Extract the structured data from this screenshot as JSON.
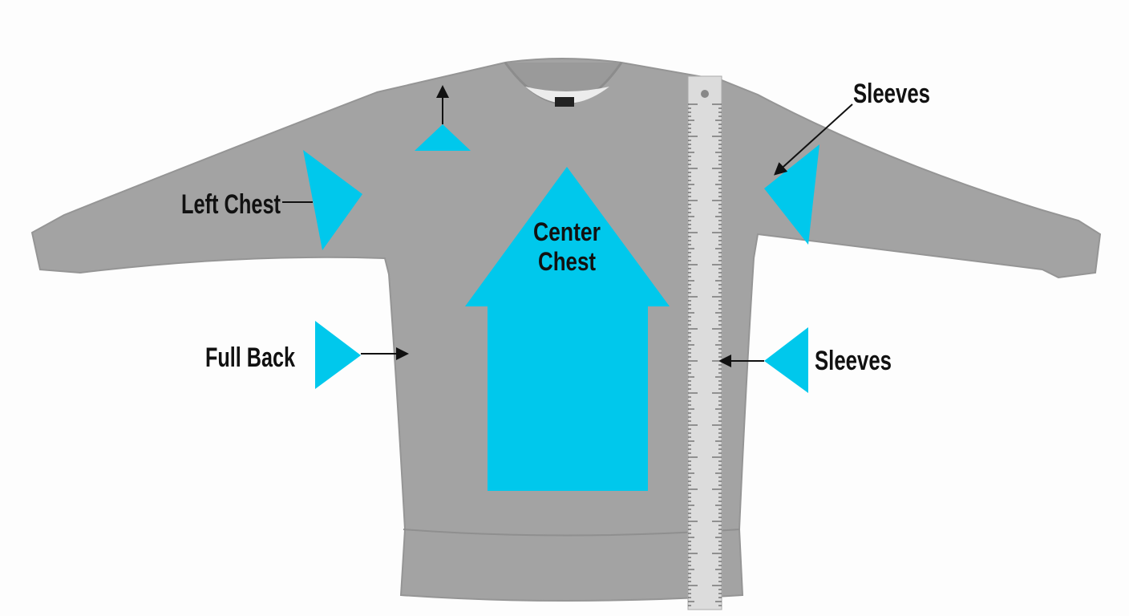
{
  "labels": {
    "left_chest": "Left Chest",
    "center_chest_line1": "Center",
    "center_chest_line2": "Chest",
    "full_back": "Full Back",
    "sleeves_top": "Sleeves",
    "sleeves_bottom": "Sleeves"
  },
  "colors": {
    "marker": "#00c8ec",
    "garment": "#a3a3a3",
    "ruler": "#dcdcdc",
    "background": "#fdfdfd"
  },
  "icons": [
    "arrow-up-icon",
    "arrow-right-icon",
    "arrow-left-icon",
    "triangle-marker-icon",
    "ruler-icon"
  ]
}
